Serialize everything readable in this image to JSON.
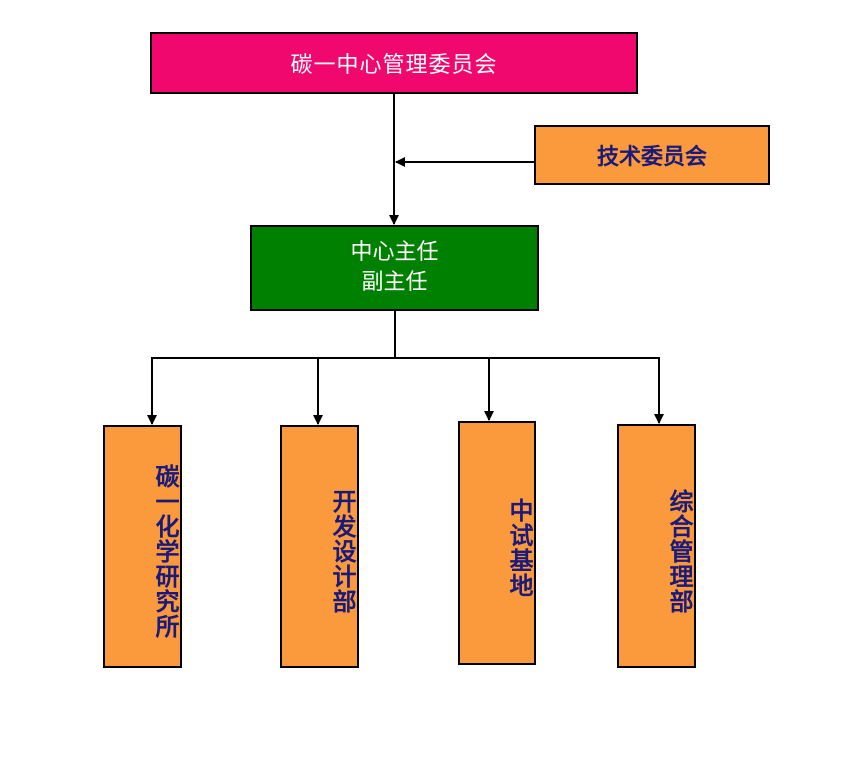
{
  "colors": {
    "top_box": "#f0086e",
    "center_box": "#008000",
    "side_box": "#fa9a3c",
    "dept_box": "#fa9a3c",
    "line": "#000000",
    "dept_text": "#1a1a7a"
  },
  "nodes": {
    "top": "碳一中心管理委员会",
    "tech": "技术委员会",
    "center_line1": "中心主任",
    "center_line2": "副主任",
    "departments": [
      "碳一化学研究所",
      "开发设计部",
      "中试基地",
      "综合管理部"
    ]
  }
}
